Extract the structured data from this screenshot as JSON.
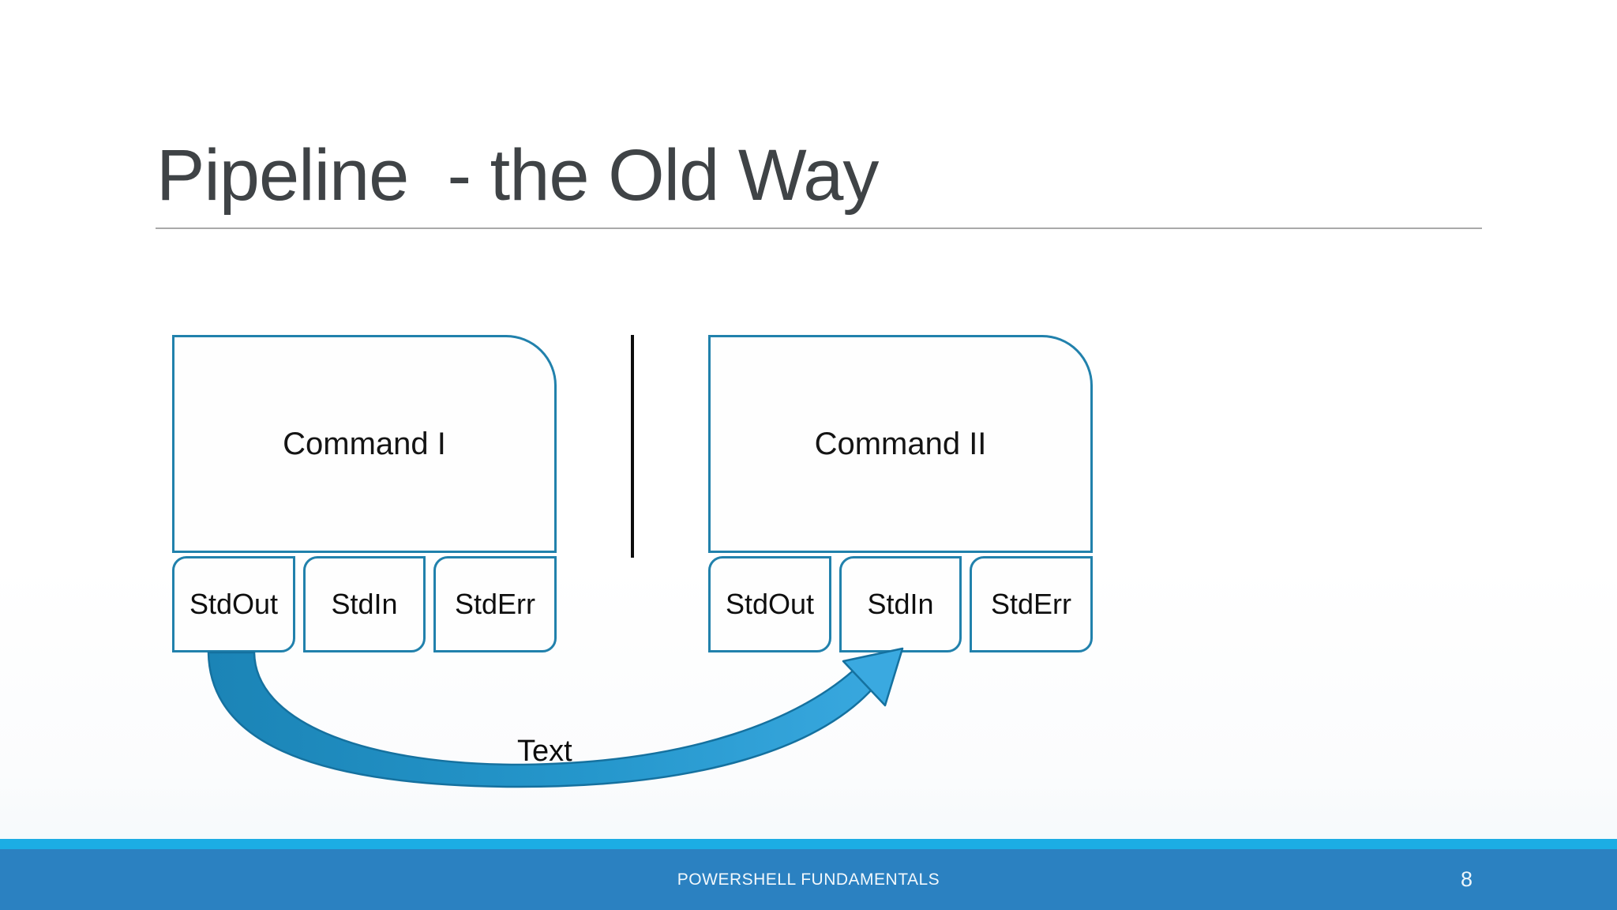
{
  "slide": {
    "title": "Pipeline  - the Old Way",
    "footer": "POWERSHELL FUNDAMENTALS",
    "page_number": "8"
  },
  "diagram": {
    "commands": [
      {
        "label": "Command I",
        "streams": [
          "StdOut",
          "StdIn",
          "StdErr"
        ]
      },
      {
        "label": "Command II",
        "streams": [
          "StdOut",
          "StdIn",
          "StdErr"
        ]
      }
    ],
    "pipe_symbol": "|",
    "arrow_label": "Text"
  },
  "colors": {
    "box_border": "#2181ac",
    "pipe_line": "#0d0d0d",
    "arrow_fill_start": "#1b84b6",
    "arrow_fill_end": "#3aa9e0",
    "arrow_outline": "#15719f",
    "footer_strip": "#1cade4",
    "footer_bar": "#2b81c1",
    "title_text": "#3f4346",
    "title_rule": "#a9a9a9"
  }
}
